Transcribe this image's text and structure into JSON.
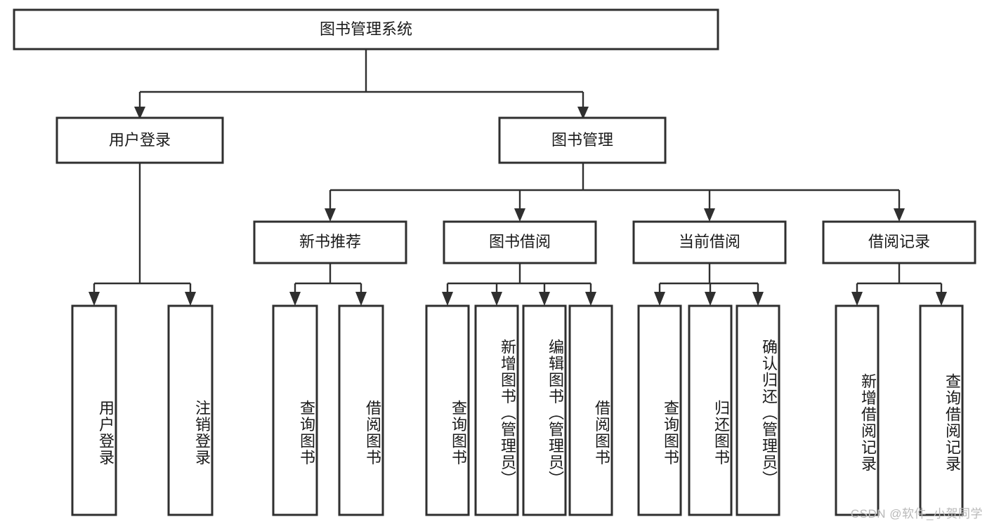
{
  "diagram": {
    "type": "tree",
    "title": "图书管理系统",
    "root": {
      "id": "root",
      "label": "图书管理系统"
    },
    "level2": [
      {
        "id": "user-login",
        "label": "用户登录"
      },
      {
        "id": "book-manage",
        "label": "图书管理"
      }
    ],
    "level3": [
      {
        "id": "new-book-recommend",
        "label": "新书推荐"
      },
      {
        "id": "book-borrow",
        "label": "图书借阅"
      },
      {
        "id": "current-borrow",
        "label": "当前借阅"
      },
      {
        "id": "borrow-record",
        "label": "借阅记录"
      }
    ],
    "leaves": [
      {
        "id": "leaf-user-login",
        "label": "用户登录"
      },
      {
        "id": "leaf-user-logout",
        "label": "注销登录"
      },
      {
        "id": "leaf-query-book-1",
        "label": "查询图书"
      },
      {
        "id": "leaf-borrow-book-1",
        "label": "借阅图书"
      },
      {
        "id": "leaf-query-book-2",
        "label": "查询图书"
      },
      {
        "id": "leaf-add-book",
        "label": "新增图书（管理员）"
      },
      {
        "id": "leaf-edit-book",
        "label": "编辑图书（管理员）"
      },
      {
        "id": "leaf-borrow-book-2",
        "label": "借阅图书"
      },
      {
        "id": "leaf-query-book-3",
        "label": "查询图书"
      },
      {
        "id": "leaf-return-book",
        "label": "归还图书"
      },
      {
        "id": "leaf-confirm-return",
        "label": "确认归还（管理员）"
      },
      {
        "id": "leaf-add-record",
        "label": "新增借阅记录"
      },
      {
        "id": "leaf-query-record",
        "label": "查询借阅记录"
      }
    ],
    "colors": {
      "box_fill": "#ffffff",
      "box_stroke": "#2f2f2f",
      "text": "#1a1a1a",
      "connector": "#2f2f2f",
      "background": "#ffffff",
      "watermark": "#b9b9b9"
    }
  },
  "watermark": {
    "text": "CSDN @软件_小贺同学"
  }
}
